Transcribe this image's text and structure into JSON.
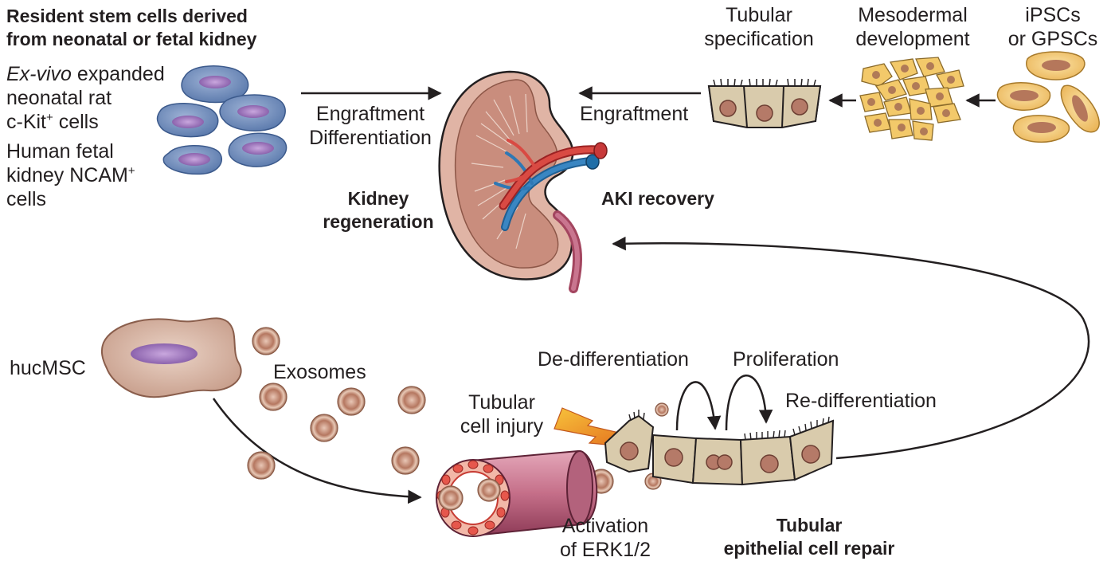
{
  "stem_source": {
    "heading_line1": "Resident stem cells derived",
    "heading_line2": "from neonatal or fetal kidney",
    "rat": {
      "italic": "Ex-vivo",
      "line1_rest": " expanded",
      "line2": "neonatal rat",
      "line3_base": "c-Kit",
      "line3_sup": "+",
      "line3_rest": " cells"
    },
    "human": {
      "line1": "Human fetal",
      "line2_base": "kidney NCAM",
      "line2_sup": "+",
      "line3": "cells"
    }
  },
  "arrows": {
    "engraft_diff_line1": "Engraftment",
    "engraft_diff_line2": "Differentiation",
    "engraftment": "Engraftment"
  },
  "kidney": {
    "regeneration_line1": "Kidney",
    "regeneration_line2": "regeneration",
    "aki_recovery": "AKI recovery"
  },
  "pipeline": {
    "tubular_line1": "Tubular",
    "tubular_line2": "specification",
    "mesoderm_line1": "Mesodermal",
    "mesoderm_line2": "development",
    "ips_line1": "iPSCs",
    "ips_line2": "or GPSCs"
  },
  "repair": {
    "hucmsc": "hucMSC",
    "exosomes": "Exosomes",
    "injury_line1": "Tubular",
    "injury_line2": "cell injury",
    "dediff": "De-differentiation",
    "prolif": "Proliferation",
    "rediff": "Re-differentiation",
    "erk_line1": "Activation",
    "erk_line2": "of ERK1/2",
    "repair_line1": "Tubular",
    "repair_line2": "epithelial cell repair"
  },
  "colors": {
    "blue_cell": "#5b7bb0",
    "purple_nucleus": "#8b5ea6",
    "tan_cell": "#d9c9a8",
    "yellow_cell": "#f3c96a",
    "kidney": "#d4a394",
    "artery": "#c8393a",
    "vein": "#1f6ea8",
    "exosome": "#c48a6e",
    "vessel": "#b35a74"
  }
}
